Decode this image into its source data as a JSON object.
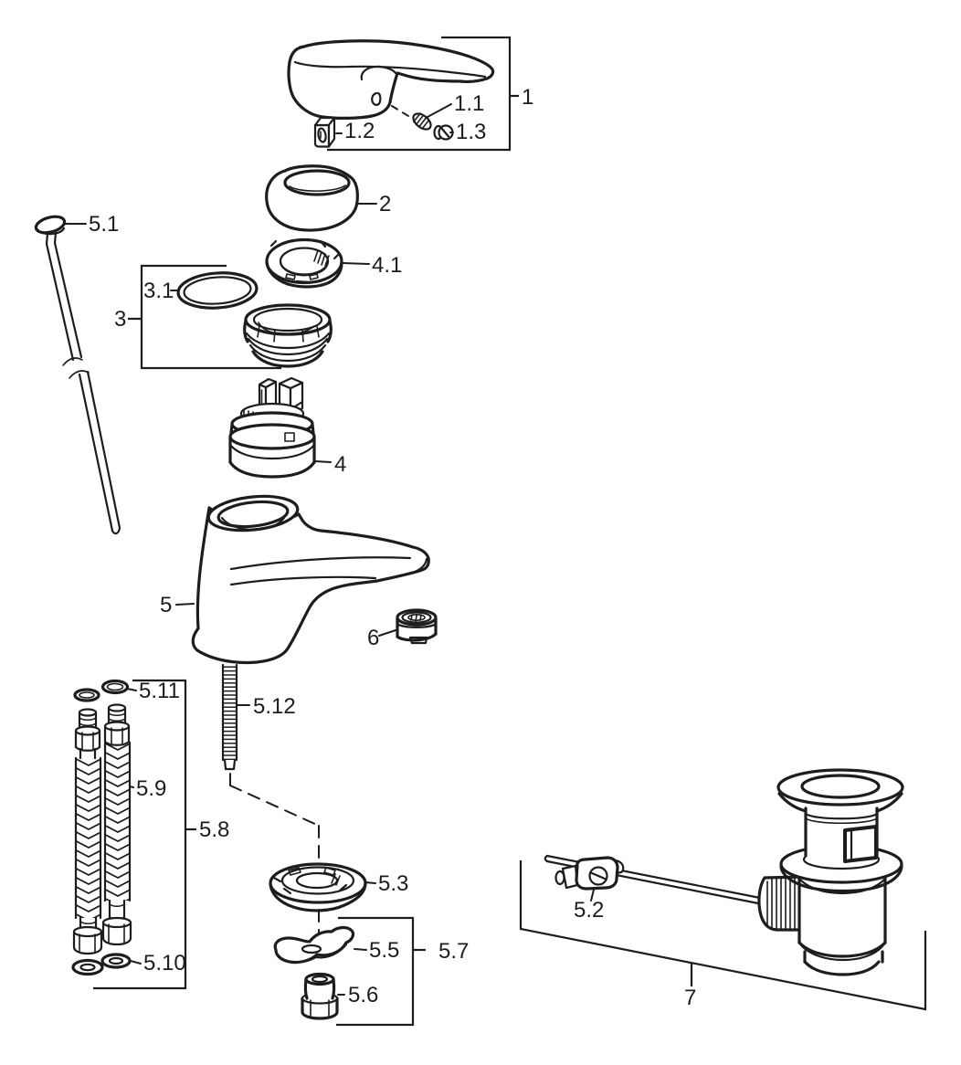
{
  "diagram": {
    "kind": "exploded-parts-diagram",
    "background_color": "#ffffff",
    "line_color": "#1d1d1b",
    "labels": {
      "l1": "1",
      "l1_1": "1.1",
      "l1_2": "1.2",
      "l1_3": "1.3",
      "l2": "2",
      "l3": "3",
      "l3_1": "3.1",
      "l4": "4",
      "l4_1": "4.1",
      "l5": "5",
      "l5_1": "5.1",
      "l5_2": "5.2",
      "l5_3": "5.3",
      "l5_5": "5.5",
      "l5_6": "5.6",
      "l5_7": "5.7",
      "l5_8": "5.8",
      "l5_9": "5.9",
      "l5_10": "5.10",
      "l5_11": "5.11",
      "l5_12": "5.12",
      "l6": "6",
      "l7": "7"
    }
  }
}
